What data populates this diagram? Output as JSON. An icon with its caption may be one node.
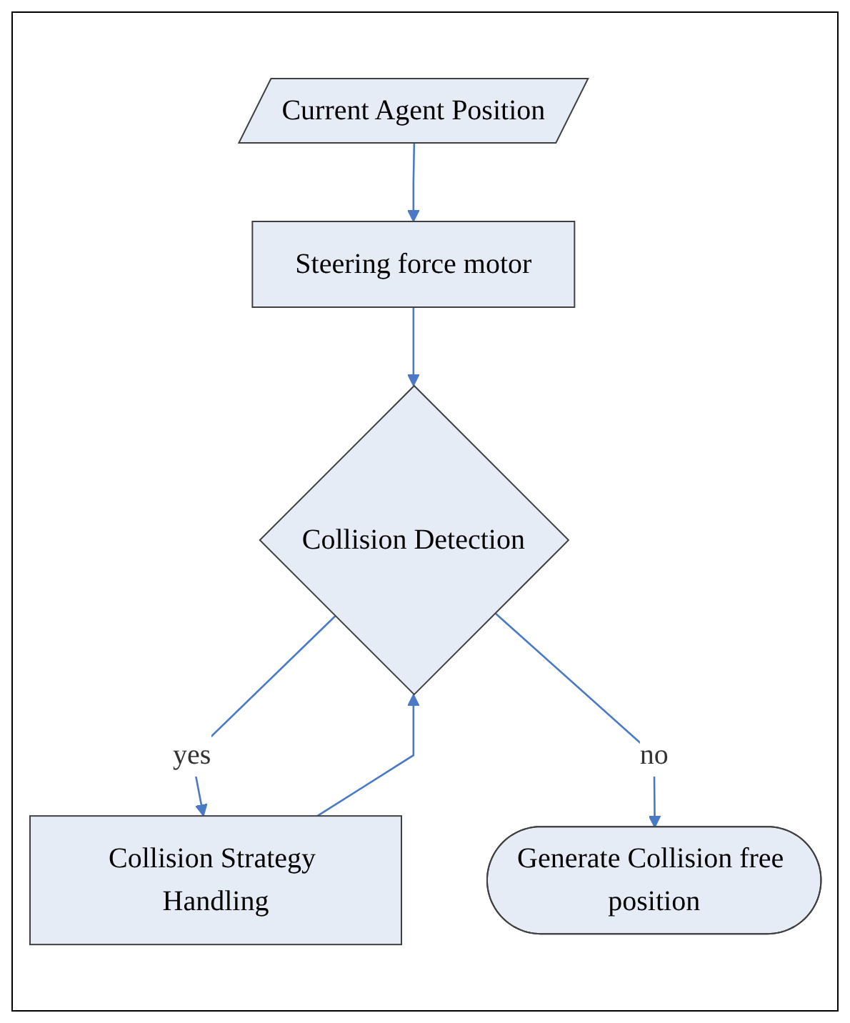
{
  "diagram": {
    "nodes": [
      {
        "text": [
          "Current Agent Position"
        ]
      },
      {
        "text": [
          "Steering force motor"
        ]
      },
      {
        "text": [
          "Collision Detection"
        ]
      },
      {
        "text": [
          "Collision Strategy Handling"
        ]
      },
      {
        "text": [
          "Generate Collision free position"
        ]
      }
    ],
    "edges": [
      {
        "from": 0,
        "to": 1,
        "arrow": "to"
      },
      {
        "from": 1,
        "to": 2,
        "arrow": "to"
      },
      {
        "from": 2,
        "to": 3,
        "arrow": "to",
        "label": "yes"
      },
      {
        "from": 3,
        "to": 2,
        "arrow": "to"
      },
      {
        "from": 2,
        "to": 4,
        "arrow": "to",
        "label": "no"
      }
    ]
  }
}
